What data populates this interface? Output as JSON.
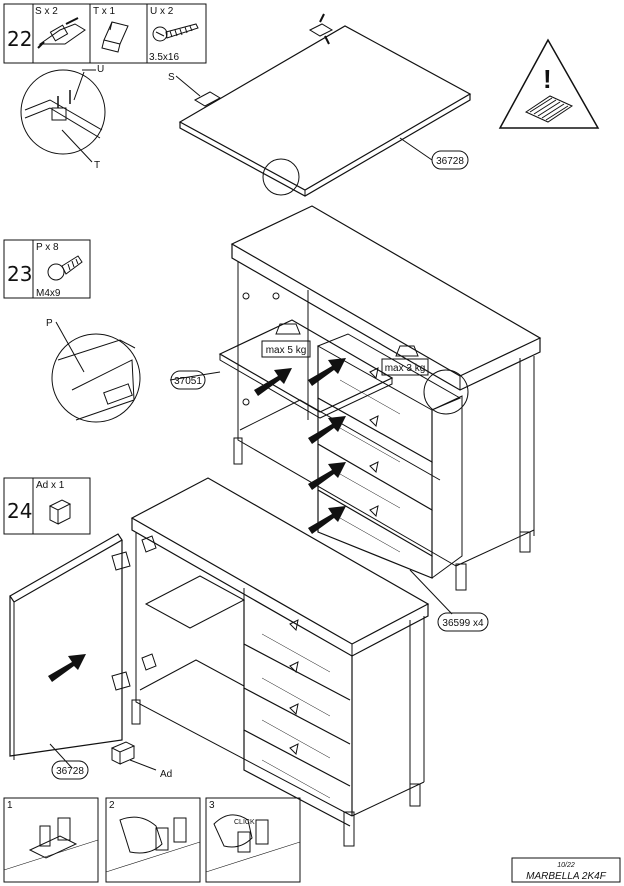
{
  "steps": [
    {
      "number": "22",
      "parts": [
        {
          "label": "S x 2"
        },
        {
          "label": "T x 1"
        },
        {
          "label": "U x 2",
          "size": "3.5x16"
        }
      ]
    },
    {
      "number": "23",
      "parts": [
        {
          "label": "P x 8",
          "size": "M4x9"
        }
      ]
    },
    {
      "number": "24",
      "parts": [
        {
          "label": "Ad x 1"
        }
      ]
    }
  ],
  "callouts": {
    "u": "U",
    "t": "T",
    "s": "S",
    "p": "P",
    "ad": "Ad",
    "top_panel": "36728",
    "shelf": "37051",
    "drawers": "36599 x4",
    "door": "36728"
  },
  "weights": {
    "shelf_max": "max 5 kg",
    "drawer_max": "max 3 kg"
  },
  "substeps": [
    "1",
    "2",
    "3"
  ],
  "click_label": "CLICK",
  "footer": {
    "page": "10/22",
    "model": "MARBELLA 2K4F"
  }
}
